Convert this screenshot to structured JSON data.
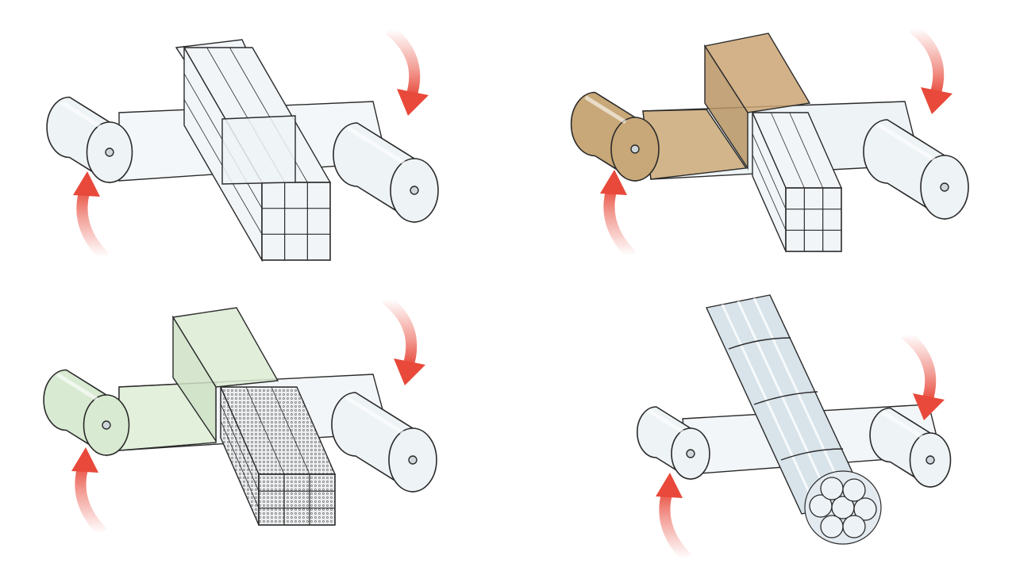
{
  "diagram": {
    "panels": [
      {
        "id": "clear-film-square",
        "roll_color": "#eef3f6",
        "film_color": "#f4f7f9",
        "bundle_color": "#f1f5f8",
        "bundle_shape": "square-grid",
        "bundle_cells": 3
      },
      {
        "id": "kraft-paper-square",
        "roll_color": "#c8a878",
        "film_color": "#d2b58a",
        "bundle_color": "#f1f5f8",
        "bundle_shape": "square-grid",
        "bundle_cells": 3
      },
      {
        "id": "mesh-film-square",
        "roll_color": "#d9ead2",
        "film_color": "#e3f0dc",
        "bundle_color": "#e8eaec",
        "bundle_shape": "mesh-grid",
        "bundle_cells": 3
      },
      {
        "id": "clear-film-round",
        "roll_color": "#eef3f6",
        "film_color": "#f4f7f9",
        "bundle_color": "#e3ebf1",
        "bundle_shape": "round-tubes",
        "bundle_cells": 7
      }
    ],
    "arrow_color": "#e8493a",
    "arrow_icon": "curved-arrow-icon",
    "outline_color": "#2a2a2a"
  }
}
